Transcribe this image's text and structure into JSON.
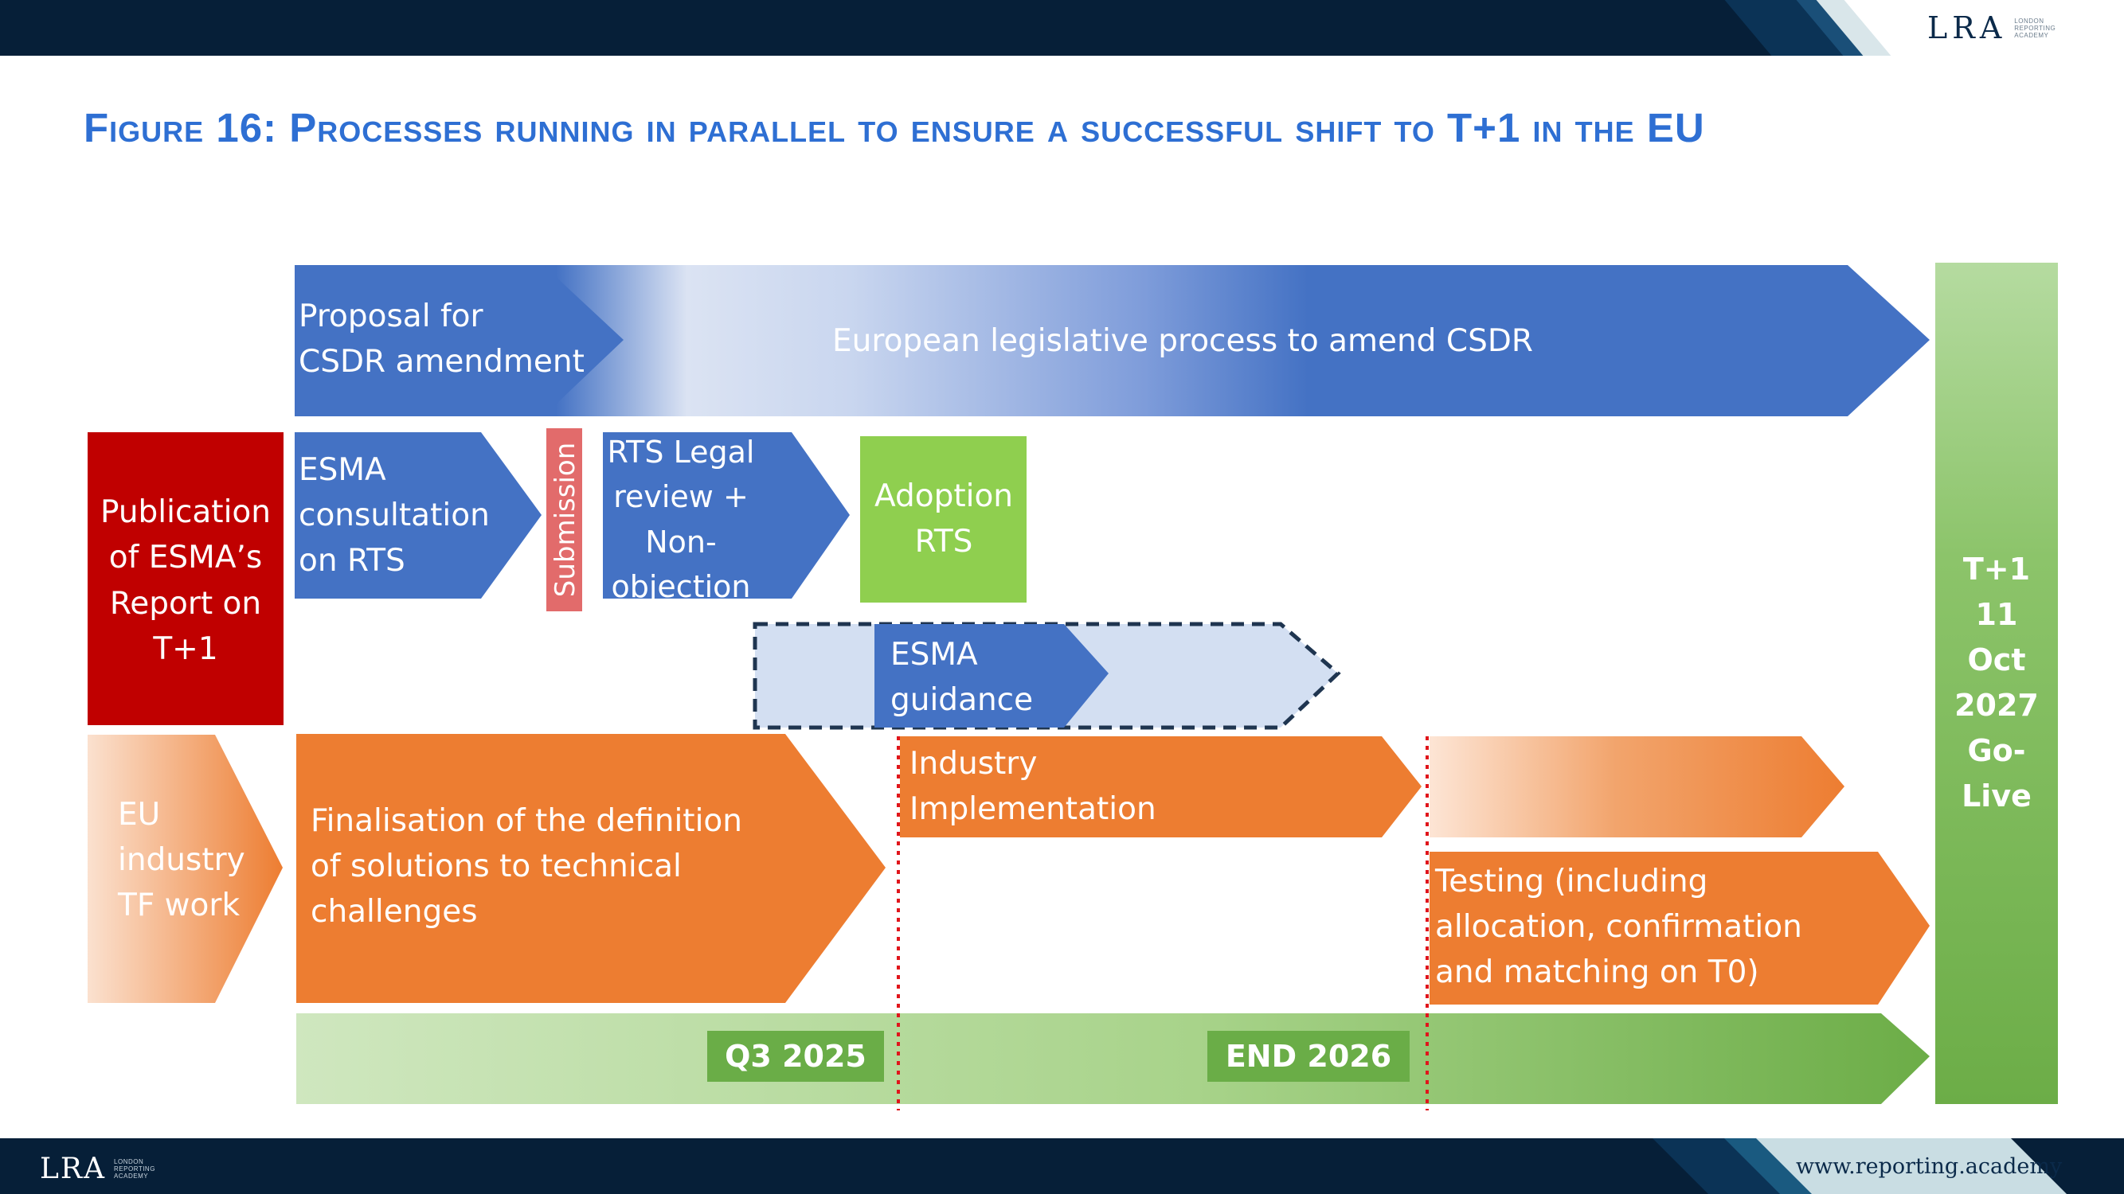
{
  "header": {
    "logo_mark": "LRA",
    "logo_sub": [
      "LONDON",
      "REPORTING",
      "ACADEMY"
    ]
  },
  "title": "Figure 16: Processes running in parallel to ensure a successful shift to T+1 in the EU",
  "diagram": {
    "proposal": [
      "Proposal for",
      "CSDR amendment"
    ],
    "legislative": "European legislative process to amend CSDR",
    "publication": [
      "Publication",
      "of ESMA’s",
      "Report on",
      "T+1"
    ],
    "consultation": [
      "ESMA",
      "consultation",
      "on RTS"
    ],
    "submission": "Submission",
    "rts_review": [
      "RTS Legal",
      "review +",
      "Non-",
      "objection"
    ],
    "adoption": [
      "Adoption",
      "RTS"
    ],
    "guidance": [
      "ESMA",
      "guidance"
    ],
    "tf_work": [
      "EU",
      "industry",
      "TF work"
    ],
    "finalisation": [
      "Finalisation of the definition",
      "of solutions to technical",
      "challenges"
    ],
    "implementation": [
      "Industry",
      "Implementation"
    ],
    "testing": [
      "Testing (including",
      "allocation, confirmation",
      "and matching on T0)"
    ],
    "milestone_q3": "Q3 2025",
    "milestone_end": "END 2026",
    "golive": [
      "T+1",
      "11",
      "Oct",
      "2027",
      "Go-",
      "Live"
    ]
  },
  "footer": {
    "url": "www.reporting.academy",
    "logo_mark": "LRA",
    "logo_sub": [
      "LONDON",
      "REPORTING",
      "ACADEMY"
    ]
  },
  "colors": {
    "blue": "#4472c4",
    "orange": "#ed7d31",
    "red": "#c00000",
    "green": "#70ad47",
    "lime": "#8fcf4f",
    "navy": "#061f38",
    "title": "#2e6fd3"
  }
}
